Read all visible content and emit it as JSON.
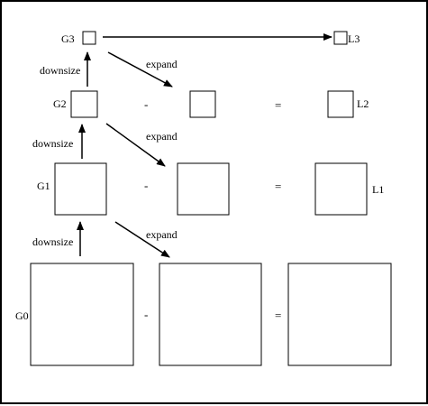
{
  "diagram": {
    "levels": {
      "g3": "G3",
      "g2": "G2",
      "g1": "G1",
      "g0": "G0",
      "l3": "L3",
      "l2": "L2",
      "l1": "L1"
    },
    "operations": {
      "downsize": "downsize",
      "expand": "expand",
      "minus": "-",
      "equals": "="
    }
  }
}
